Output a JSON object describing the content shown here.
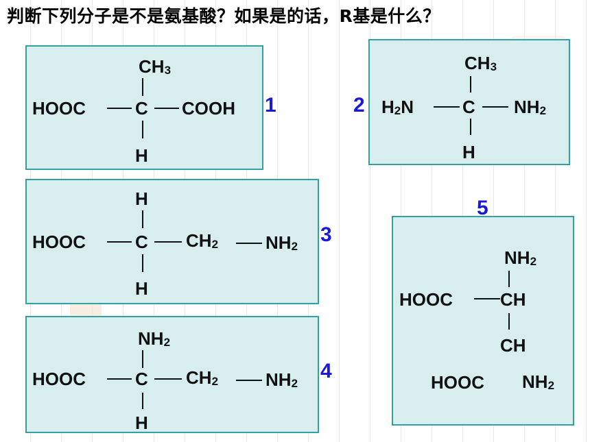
{
  "title": "判断下列分子是不是氨基酸？如果是的话，R基是什么？",
  "labels": {
    "n1": "1",
    "n2": "2",
    "n3": "3",
    "n4": "4",
    "n5": "5"
  },
  "groups": {
    "hooc": "HOOC",
    "cooh": "COOH",
    "c": "C",
    "h": "H",
    "ch": "CH",
    "ch2": "CH",
    "ch3": "CH",
    "nh2": "NH",
    "h2n": "H",
    "n": "N"
  },
  "subs": {
    "two": "2",
    "three": "3"
  },
  "colors": {
    "box_fill": "#d8eeee",
    "box_border": "#31a1a1",
    "number_color": "#1a1ad6"
  }
}
